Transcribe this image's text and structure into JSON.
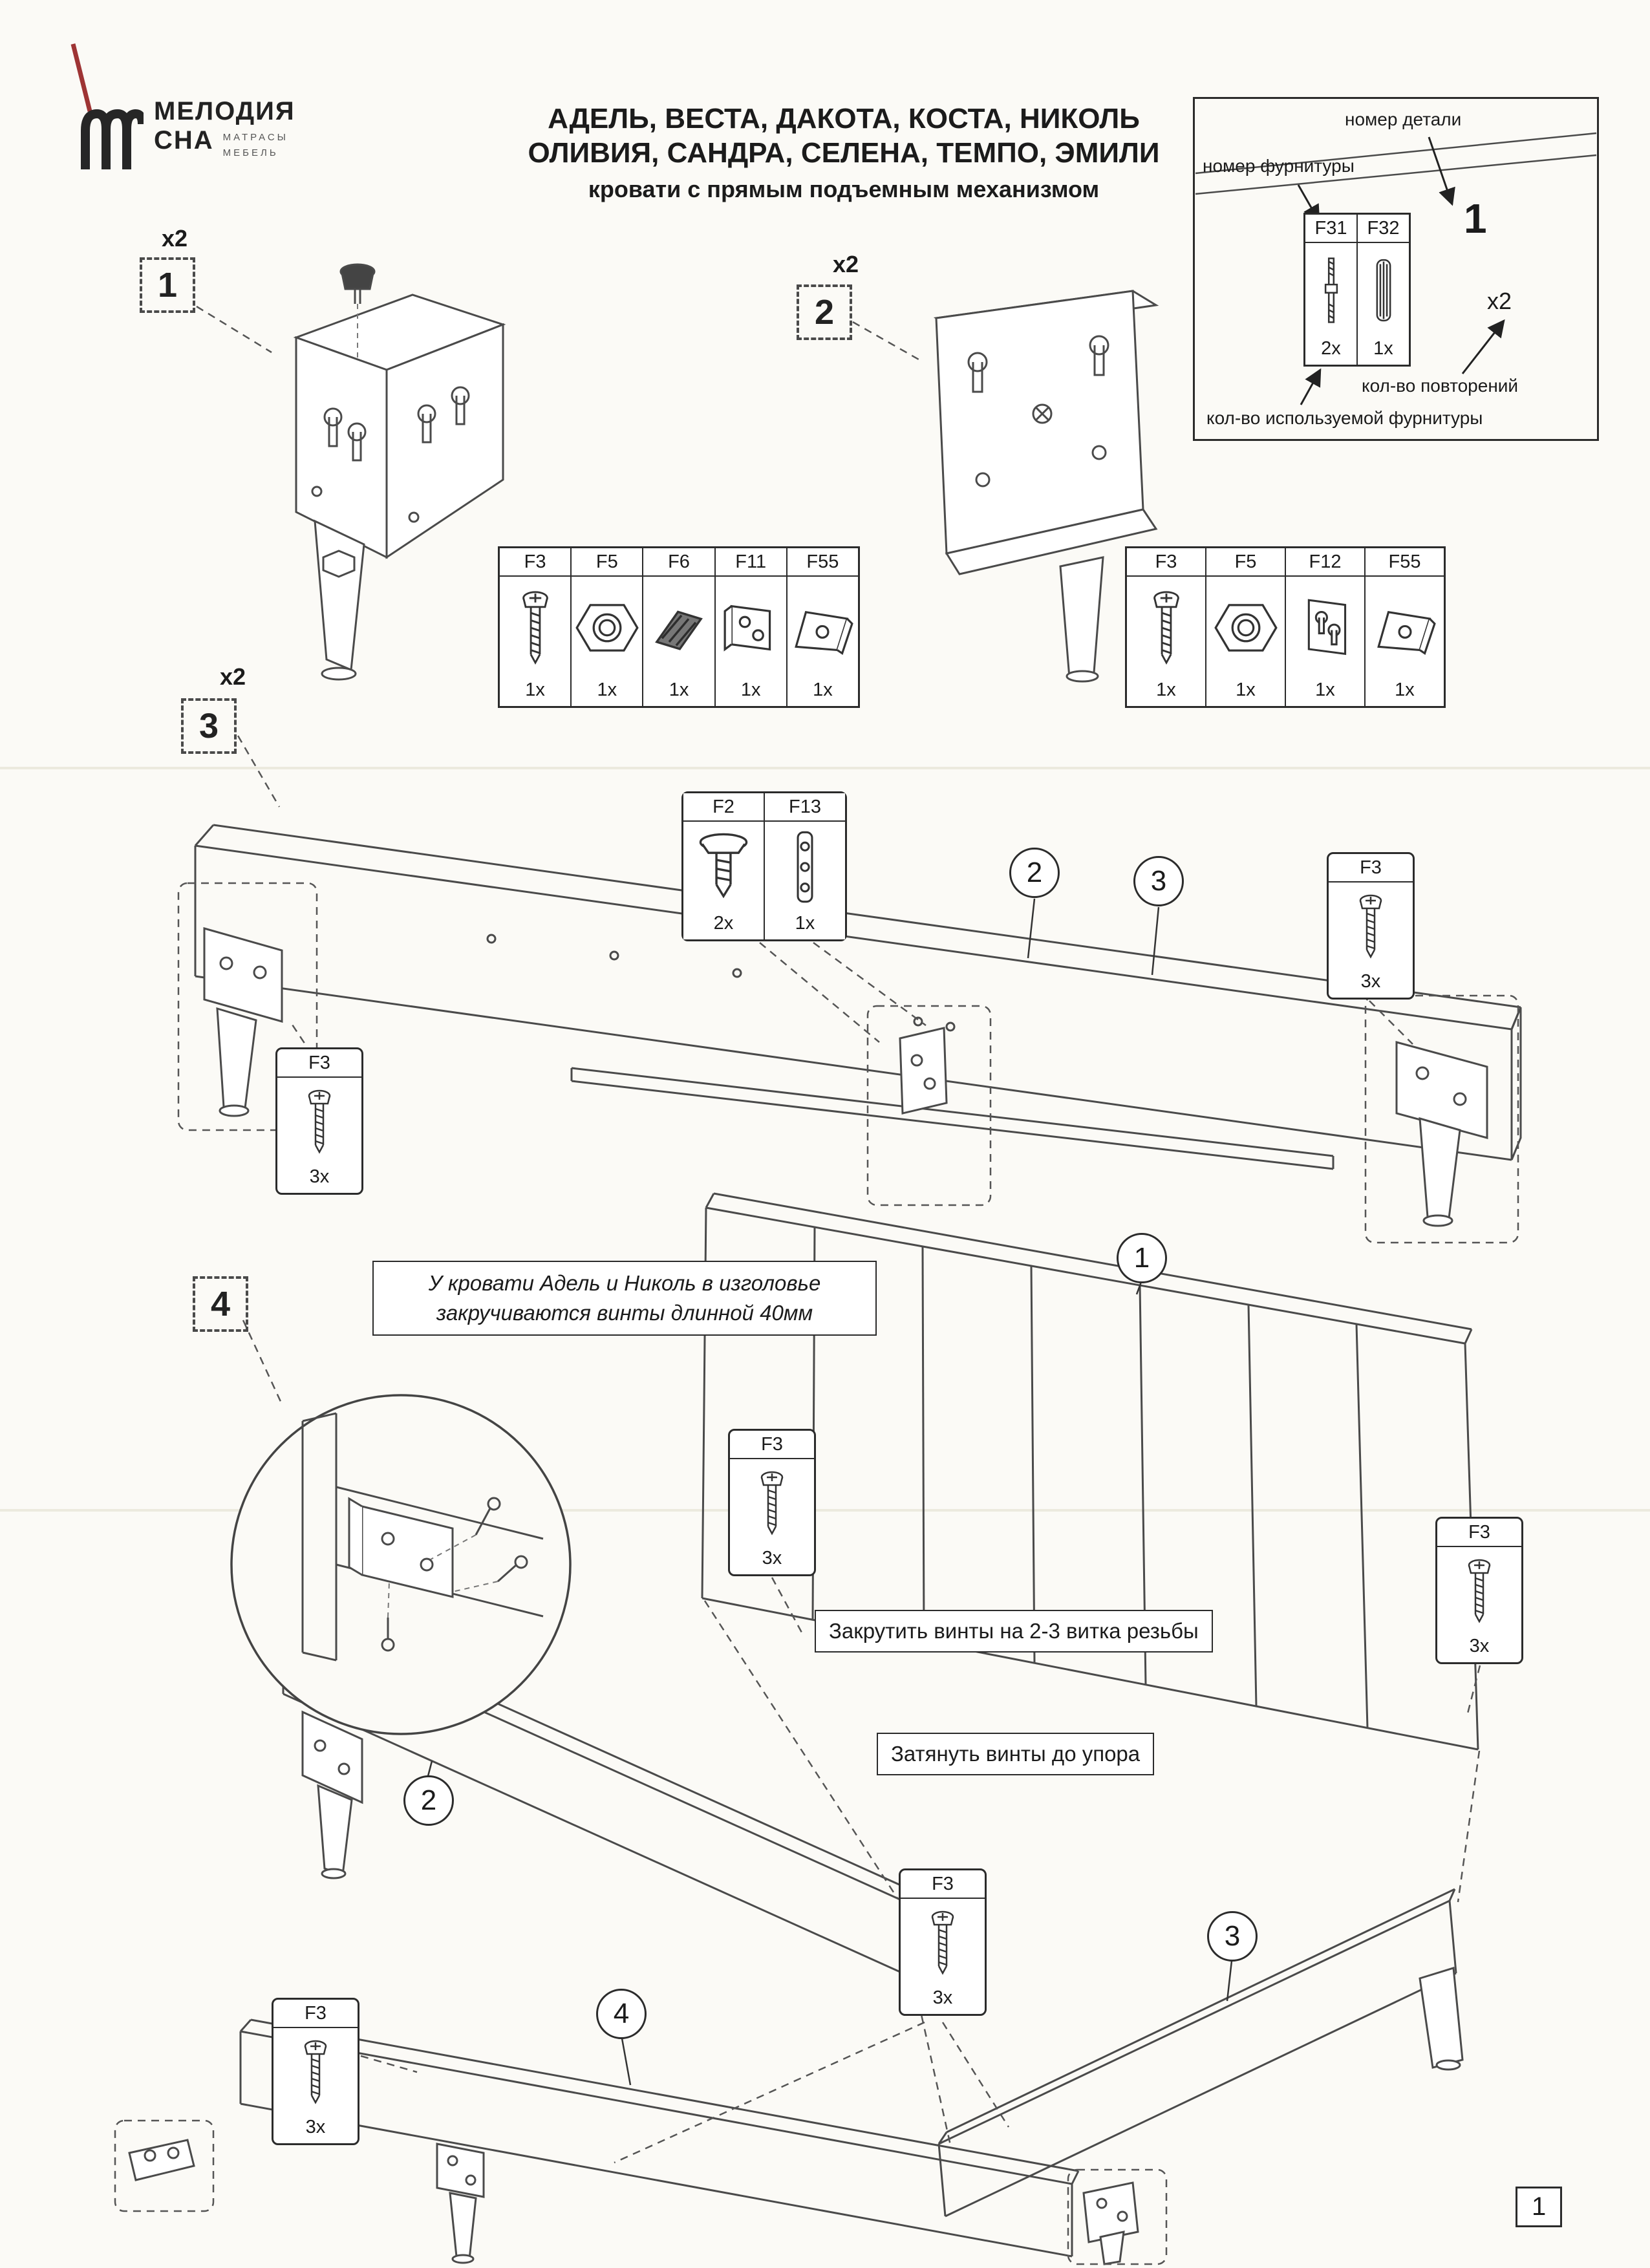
{
  "page": {
    "number": "1"
  },
  "brand": {
    "line1": "МЕЛОДИЯ",
    "line2": "СНА",
    "sub": "МАТРАСЫ МЕБЕЛЬ"
  },
  "header": {
    "title1": "АДЕЛЬ, ВЕСТА, ДАКОТА, КОСТА, НИКОЛЬ",
    "title2": "ОЛИВИЯ, САНДРА, СЕЛЕНА, ТЕМПО, ЭМИЛИ",
    "subtitle": "кровати с прямым подъемным механизмом"
  },
  "legend": {
    "part_number_label": "номер детали",
    "hardware_number_label": "номер фурнитуры",
    "repeat_count_label": "кол-во повторений",
    "hardware_qty_label": "кол-во используемой фурнитуры",
    "part_number": "1",
    "repeat": "x2",
    "items": [
      {
        "code": "F31",
        "qty": "2x"
      },
      {
        "code": "F32",
        "qty": "1x"
      }
    ]
  },
  "step1": {
    "number": "1",
    "repeat": "x2",
    "hardware": [
      {
        "code": "F3",
        "qty": "1x"
      },
      {
        "code": "F5",
        "qty": "1x"
      },
      {
        "code": "F6",
        "qty": "1x"
      },
      {
        "code": "F11",
        "qty": "1x"
      },
      {
        "code": "F55",
        "qty": "1x"
      }
    ]
  },
  "step2": {
    "number": "2",
    "repeat": "x2",
    "hardware": [
      {
        "code": "F3",
        "qty": "1x"
      },
      {
        "code": "F5",
        "qty": "1x"
      },
      {
        "code": "F12",
        "qty": "1x"
      },
      {
        "code": "F55",
        "qty": "1x"
      }
    ]
  },
  "step3": {
    "number": "3",
    "repeat": "x2",
    "combo": [
      {
        "code": "F2",
        "qty": "2x"
      },
      {
        "code": "F13",
        "qty": "1x"
      }
    ],
    "callout_right": {
      "code": "F3",
      "qty": "3x"
    },
    "callout_left": {
      "code": "F3",
      "qty": "3x"
    },
    "ref2": "2",
    "ref3": "3"
  },
  "step4": {
    "number": "4",
    "note1": "У кровати Адель и Николь в изголовье",
    "note2": "закручиваются винты длинной 40мм",
    "instruction1": "Закрутить винты на 2-3 витка резьбы",
    "instruction2": "Затянуть винты до упора",
    "callout_headboard_left": {
      "code": "F3",
      "qty": "3x"
    },
    "callout_headboard_right": {
      "code": "F3",
      "qty": "3x"
    },
    "callout_frame_mid": {
      "code": "F3",
      "qty": "3x"
    },
    "callout_frame_left": {
      "code": "F3",
      "qty": "3x"
    },
    "ref1": "1",
    "ref2": "2",
    "ref3": "3",
    "ref4": "4"
  }
}
